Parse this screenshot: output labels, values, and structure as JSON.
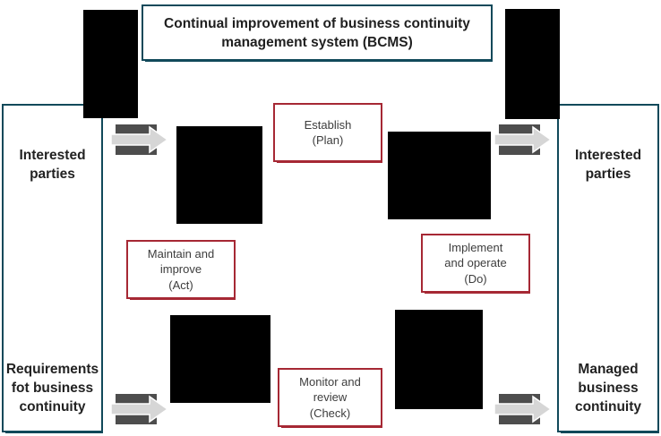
{
  "title": {
    "label": "Continual improvement of business continuity\nmanagement system (BCMS)"
  },
  "panels": {
    "left": {
      "top_label": "Interested\nparties",
      "bottom_label": "Requirements\nfot business\ncontinuity"
    },
    "right": {
      "top_label": "Interested\nparties",
      "bottom_label": "Managed\nbusiness\ncontinuity"
    }
  },
  "cycle": {
    "plan": {
      "label": "Establish\n(Plan)"
    },
    "do": {
      "label": "Implement\nand operate\n(Do)"
    },
    "check": {
      "label": "Monitor and\nreview\n(Check)"
    },
    "act": {
      "label": "Maintain and\nimprove\n(Act)"
    }
  },
  "icons": {
    "flow_arrow": "right-arrow-icon",
    "black_shape": "redacted-black-rectangle"
  },
  "colors": {
    "teal_border": "#11495a",
    "red_border": "#a62834",
    "arrow_dark": "#4d4d4d",
    "arrow_light": "#d6d6d6",
    "text_dark": "#1f1f1f",
    "text_soft": "#3d3d3d",
    "background": "#ffffff"
  }
}
